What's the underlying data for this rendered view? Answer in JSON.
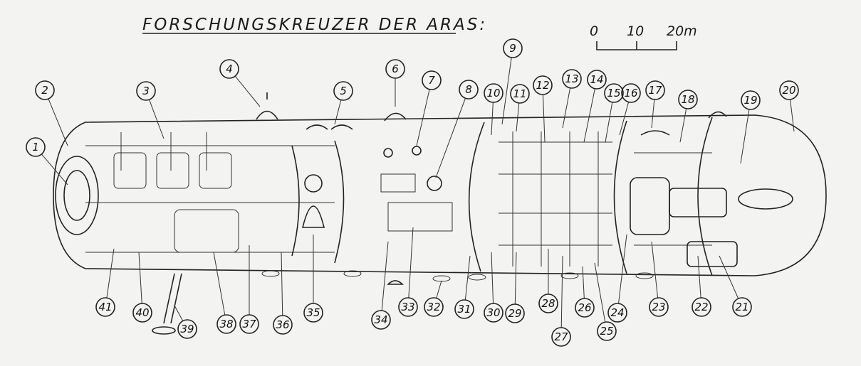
{
  "title": "FORSCHUNGSKREUZER DER ARAS:",
  "scale_bar": {
    "labels": [
      "0",
      "10",
      "20m"
    ]
  },
  "callouts": [
    "1",
    "2",
    "3",
    "4",
    "5",
    "6",
    "7",
    "8",
    "9",
    "10",
    "11",
    "12",
    "13",
    "14",
    "15",
    "16",
    "17",
    "18",
    "19",
    "20",
    "21",
    "22",
    "23",
    "24",
    "25",
    "26",
    "27",
    "28",
    "29",
    "30",
    "31",
    "32",
    "33",
    "34",
    "35",
    "36",
    "37",
    "38",
    "39",
    "40",
    "41"
  ]
}
